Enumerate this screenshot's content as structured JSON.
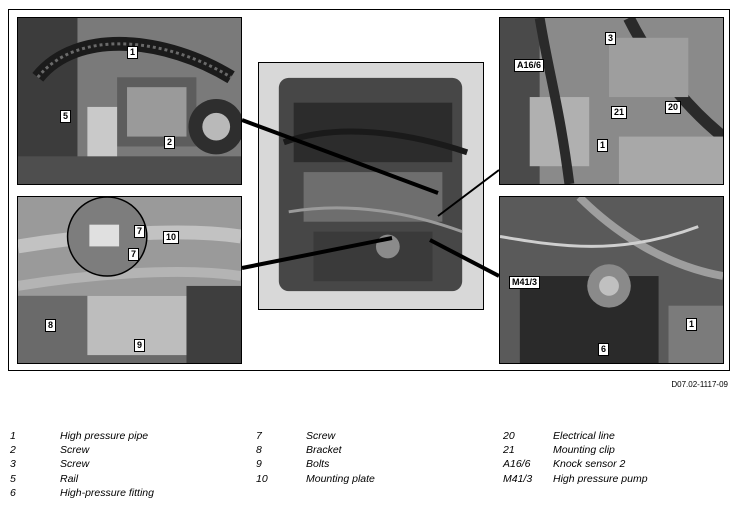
{
  "figure": {
    "doc_id": "D07.02-1117-09",
    "panels": {
      "top_left": {
        "callouts": [
          "1",
          "5",
          "2"
        ]
      },
      "top_right": {
        "callouts": [
          "3",
          "A16/6",
          "21",
          "20",
          "1"
        ]
      },
      "bottom_left": {
        "callouts": [
          "7",
          "7",
          "10",
          "8",
          "9"
        ]
      },
      "bottom_right": {
        "callouts": [
          "M41/3",
          "1",
          "6"
        ]
      }
    }
  },
  "legend": {
    "col1": [
      {
        "num": "1",
        "text": "High pressure pipe"
      },
      {
        "num": "2",
        "text": "Screw"
      },
      {
        "num": "3",
        "text": "Screw"
      },
      {
        "num": "5",
        "text": "Rail"
      },
      {
        "num": "6",
        "text": "High-pressure fitting"
      }
    ],
    "col2": [
      {
        "num": "7",
        "text": "Screw"
      },
      {
        "num": "8",
        "text": "Bracket"
      },
      {
        "num": "9",
        "text": "Bolts"
      },
      {
        "num": "10",
        "text": "Mounting plate"
      }
    ],
    "col3": [
      {
        "num": "20",
        "text": "Electrical line"
      },
      {
        "num": "21",
        "text": "Mounting clip"
      },
      {
        "num": "A16/6",
        "text": "Knock sensor 2"
      },
      {
        "num": "M41/3",
        "text": "High pressure pump"
      }
    ]
  }
}
